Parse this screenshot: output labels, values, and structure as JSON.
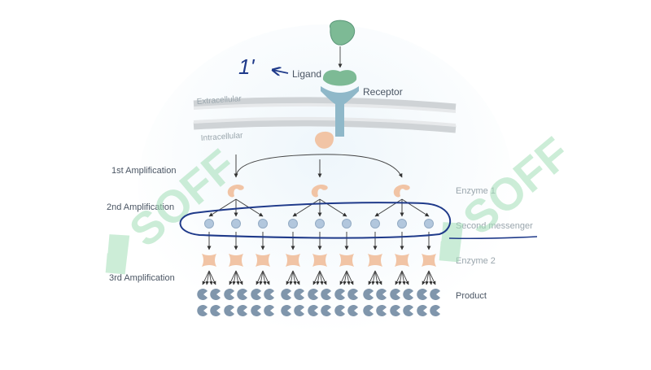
{
  "labels": {
    "ligand": "Ligand",
    "receptor": "Receptor",
    "extracellular": "Extracellular",
    "intracellular": "Intracellular",
    "amp1": "1st Amplification",
    "amp2": "2nd Amplification",
    "amp3": "3rd Amplification",
    "enzyme1": "Enzyme 1",
    "second_messenger": "Second messenger",
    "enzyme2": "Enzyme 2",
    "product": "Product"
  },
  "annotation": {
    "handwritten_note": "1'"
  },
  "watermark": {
    "text": "SOFF"
  },
  "colors": {
    "ligand": "#7dba95",
    "receptor": "#8fb8c9",
    "enzyme": "#f1c4a5",
    "messenger": "#b2c7dd",
    "product": "#8096ac",
    "ink": "#1f3a8a",
    "watermark": "#a3dfb8",
    "label": "#4a5563"
  }
}
